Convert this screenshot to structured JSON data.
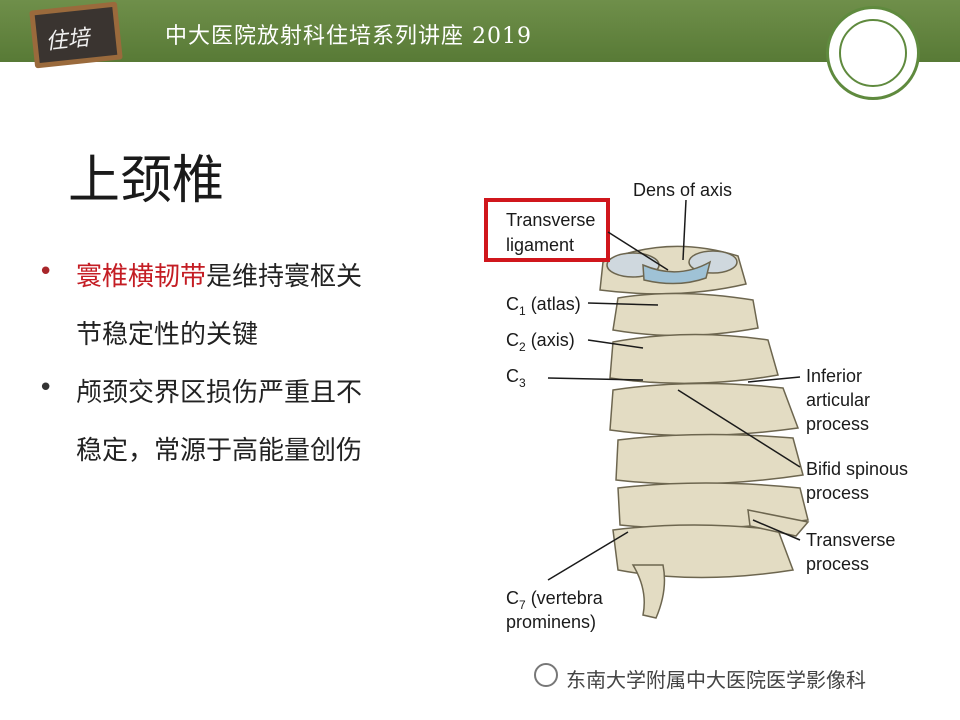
{
  "header": {
    "badge_text": "住培",
    "title": "中大医院放射科住培系列讲座 2019"
  },
  "slide": {
    "title": "上颈椎",
    "bullet1": {
      "highlight": "寰椎横韧带",
      "rest": "是维持寰枢关",
      "line2": "节稳定性的关键"
    },
    "bullet2": {
      "line1": "颅颈交界区损伤严重且不",
      "line2": "稳定，常源于高能量创伤"
    }
  },
  "diagram": {
    "labels": {
      "dens": "Dens of axis",
      "transverse_lig_1": "Transverse",
      "transverse_lig_2": "ligament",
      "c1": "C",
      "c1_sub": "1",
      "c1_rest": " (atlas)",
      "c2": "C",
      "c2_sub": "2",
      "c2_rest": " (axis)",
      "c3": "C",
      "c3_sub": "3",
      "inferior_1": "Inferior",
      "inferior_2": "articular",
      "inferior_3": "process",
      "bifid_1": "Bifid spinous",
      "bifid_2": "process",
      "transverse_1": "Transverse",
      "transverse_2": "process",
      "c7": "C",
      "c7_sub": "7",
      "c7_rest": " (vertebra",
      "c7_2": "prominens)"
    },
    "highlight_color": "#d0161c"
  },
  "footer": {
    "text": "东南大学附属中大医院医学影像科"
  }
}
